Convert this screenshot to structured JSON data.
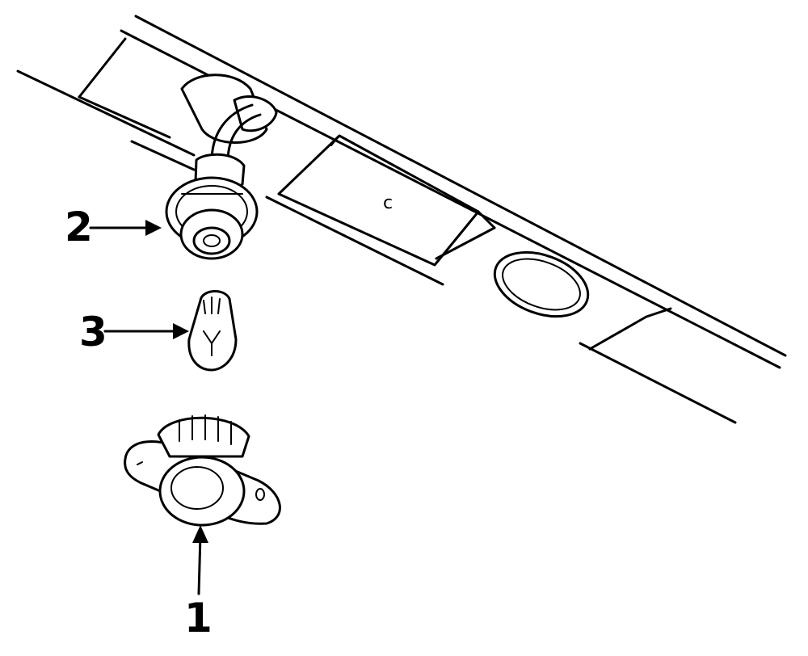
{
  "callouts": {
    "c1": "1",
    "c2": "2",
    "c3": "3"
  },
  "panel_mark": "c",
  "colors": {
    "line": "#000000",
    "background": "#ffffff"
  }
}
